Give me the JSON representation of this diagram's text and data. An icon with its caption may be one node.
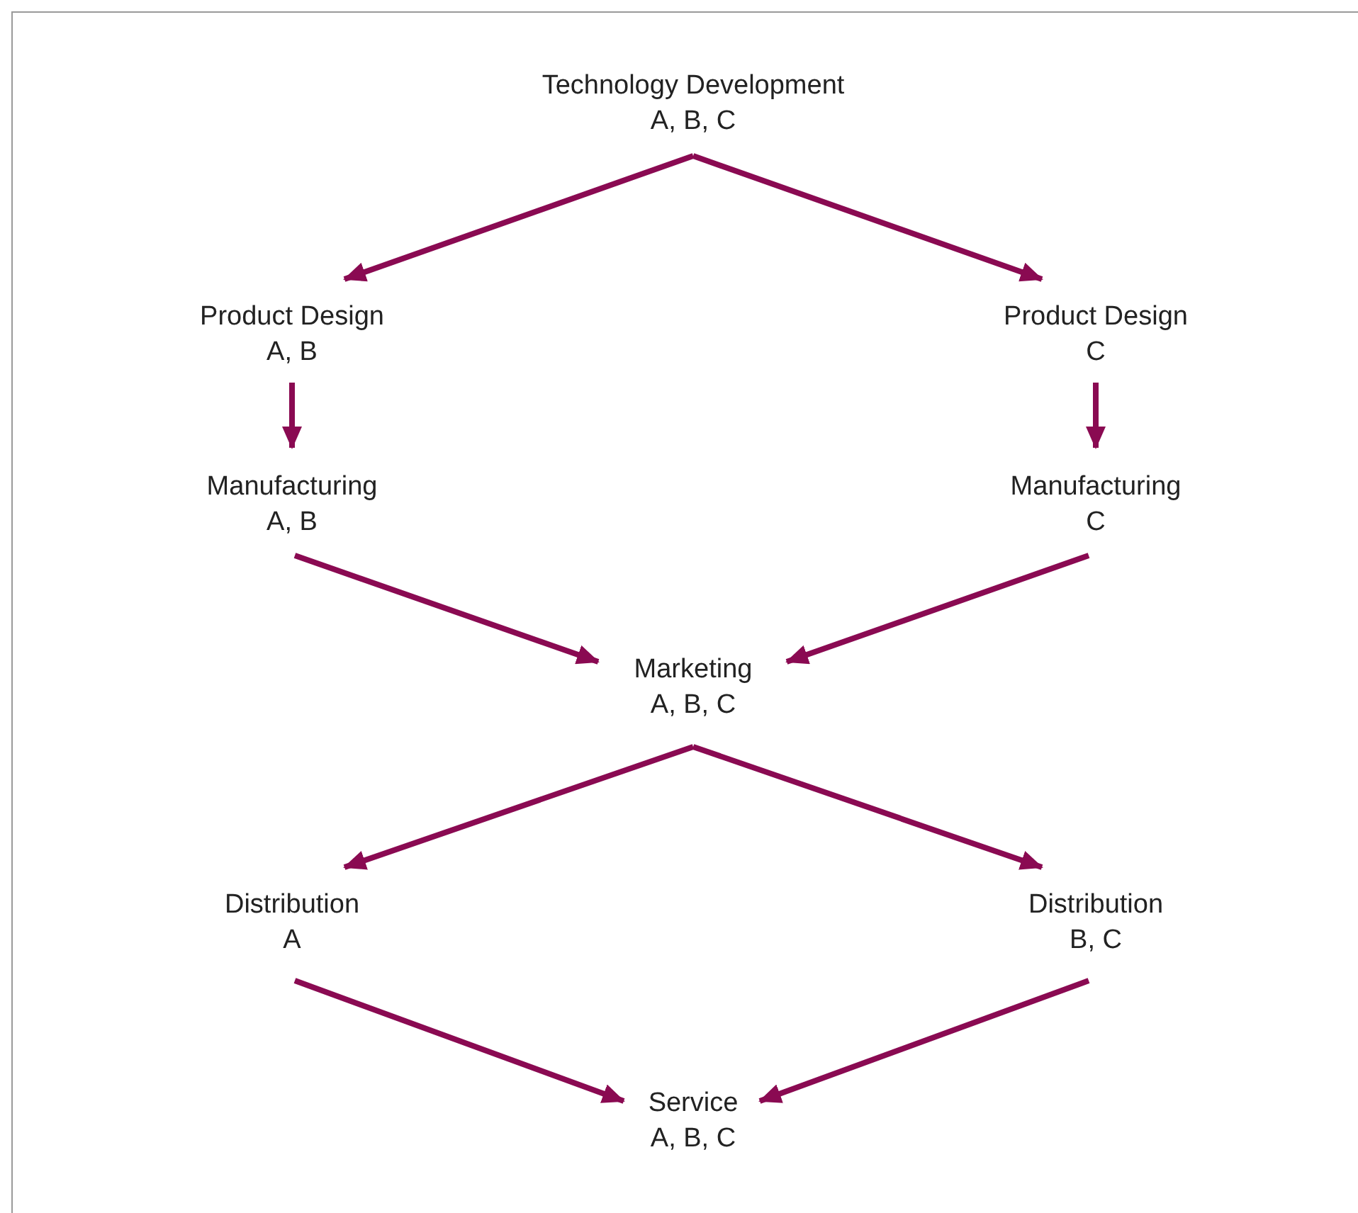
{
  "diagram": {
    "nodes": [
      {
        "text": [
          "Technology Development",
          "A, B, C"
        ]
      },
      {
        "text": [
          "Product Design",
          "A, B"
        ]
      },
      {
        "text": [
          "Product Design",
          "C"
        ]
      },
      {
        "text": [
          "Manufacturing",
          "A, B"
        ]
      },
      {
        "text": [
          "Manufacturing",
          "C"
        ]
      },
      {
        "text": [
          "Marketing",
          "A, B, C"
        ]
      },
      {
        "text": [
          "Distribution",
          "A"
        ]
      },
      {
        "text": [
          "Distribution",
          "B, C"
        ]
      },
      {
        "text": [
          "Service",
          "A, B, C"
        ]
      }
    ],
    "edges": [
      {
        "from": 0,
        "to": 1,
        "arrow": "to"
      },
      {
        "from": 0,
        "to": 2,
        "arrow": "to"
      },
      {
        "from": 1,
        "to": 3,
        "arrow": "to"
      },
      {
        "from": 2,
        "to": 4,
        "arrow": "to"
      },
      {
        "from": 3,
        "to": 5,
        "arrow": "to"
      },
      {
        "from": 4,
        "to": 5,
        "arrow": "to"
      },
      {
        "from": 5,
        "to": 6,
        "arrow": "to"
      },
      {
        "from": 5,
        "to": 7,
        "arrow": "to"
      },
      {
        "from": 6,
        "to": 8,
        "arrow": "to"
      },
      {
        "from": 7,
        "to": 8,
        "arrow": "to"
      }
    ]
  }
}
